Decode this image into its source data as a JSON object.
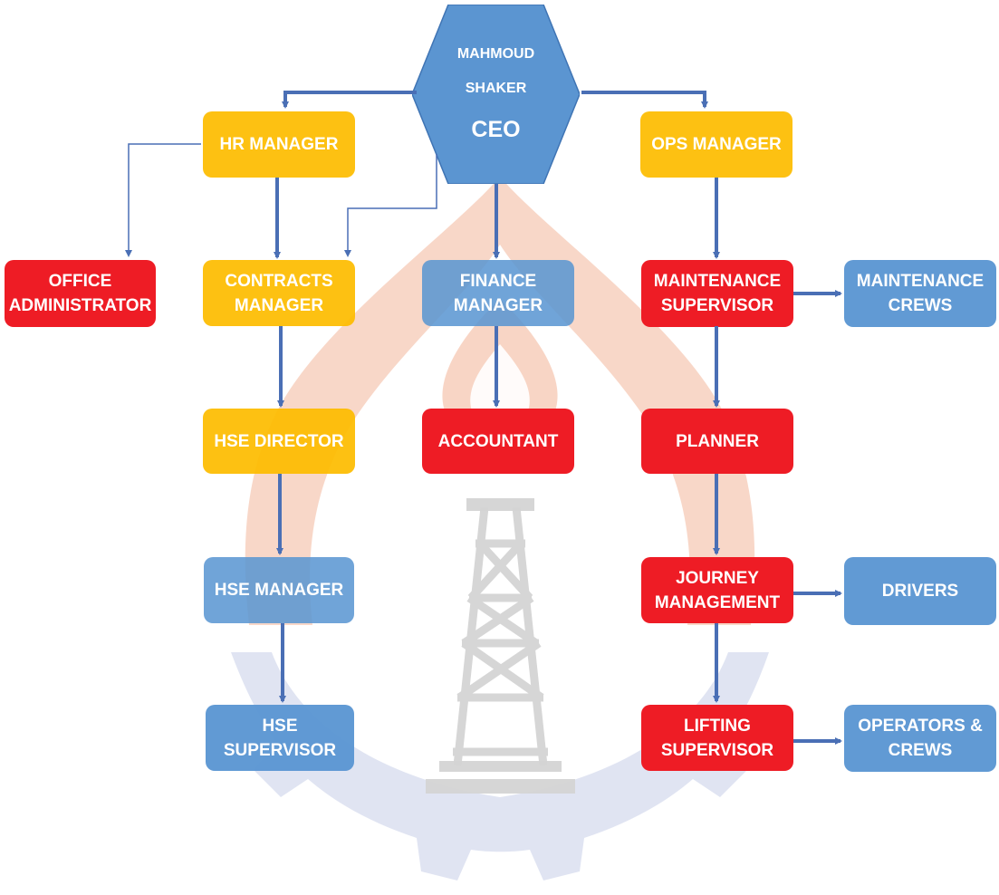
{
  "ceo": {
    "name_line1": "MAHMOUD",
    "name_line2": "SHAKER",
    "title": "CEO"
  },
  "nodes": {
    "hr_manager": "HR MANAGER",
    "ops_manager": "OPS MANAGER",
    "office_administrator": "OFFICE\nADMINISTRATOR",
    "contracts_manager": "CONTRACTS\nMANAGER",
    "finance_manager": "FINANCE\nMANAGER",
    "maintenance_supervisor": "MAINTENANCE\nSUPERVISOR",
    "maintenance_crews": "MAINTENANCE\nCREWS",
    "hse_director": "HSE DIRECTOR",
    "accountant": "ACCOUNTANT",
    "planner": "PLANNER",
    "hse_manager": "HSE MANAGER",
    "journey_management": "JOURNEY\nMANAGEMENT",
    "drivers": "DRIVERS",
    "hse_supervisor": "HSE\nSUPERVISOR",
    "lifting_supervisor": "LIFTING\nSUPERVISOR",
    "operators_crews": "OPERATORS &\nCREWS"
  },
  "colors": {
    "yellow": "#fdbc00",
    "red": "#ee1c25",
    "blue": "#5895d2",
    "connector": "#4a6fb5",
    "watermark_orange": "#f6c9b4",
    "watermark_blue": "#d9def0",
    "watermark_gray": "#d2d2d2"
  }
}
